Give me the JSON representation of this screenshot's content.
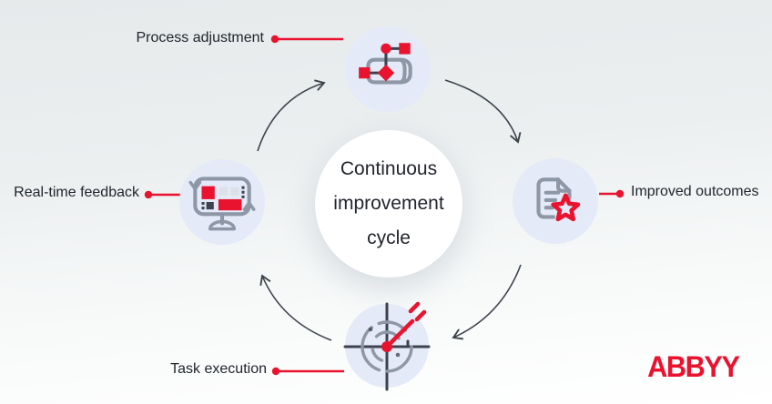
{
  "colors": {
    "red": "#e9132f",
    "dark": "#21262d",
    "arrow": "#3d434b",
    "icon-gray": "#8e97a6",
    "icon-dark": "#3c434e",
    "block-gray": "#dde1e7",
    "circle-bg": "#e4eaf7"
  },
  "center": {
    "line1": "Continuous",
    "line2": "improvement",
    "line3": "cycle"
  },
  "nodes": {
    "top": {
      "label": "Process adjustment",
      "icon": "flowchart-icon"
    },
    "right": {
      "label": "Improved outcomes",
      "icon": "document-star-icon"
    },
    "bottom": {
      "label": "Task execution",
      "icon": "target-icon"
    },
    "left": {
      "label": "Real-time feedback",
      "icon": "monitor-refresh-icon"
    }
  },
  "brand": {
    "logo": "ABBYY"
  }
}
